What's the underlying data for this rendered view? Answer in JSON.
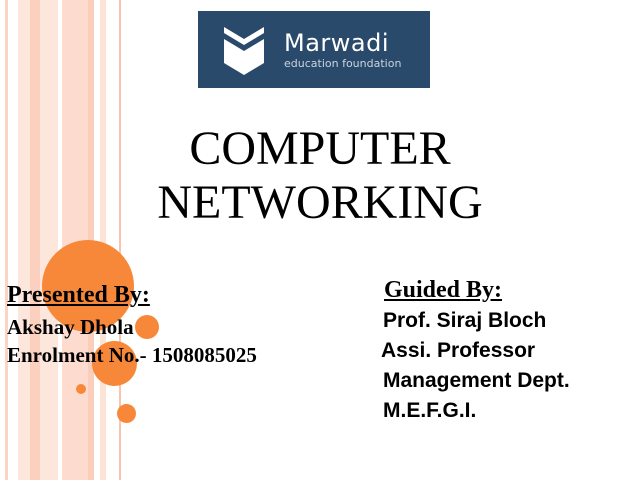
{
  "logo": {
    "name": "Marwadi",
    "tagline": "education foundation"
  },
  "title": {
    "line1": "COMPUTER",
    "line2": "NETWORKING"
  },
  "presented": {
    "heading": "Presented  By:",
    "name": "Akshay  Dhola",
    "enrolment": "Enrolment No.- 1508085025"
  },
  "guided": {
    "heading": "Guided By:",
    "name": "Prof. Siraj Bloch",
    "designation": "Assi. Professor",
    "department": "Management Dept.",
    "institute": "M.E.F.G.I."
  },
  "colors": {
    "accent": "#f7883a",
    "logo_bg": "#2a4a6b",
    "stripe": "#fbd9cc"
  }
}
